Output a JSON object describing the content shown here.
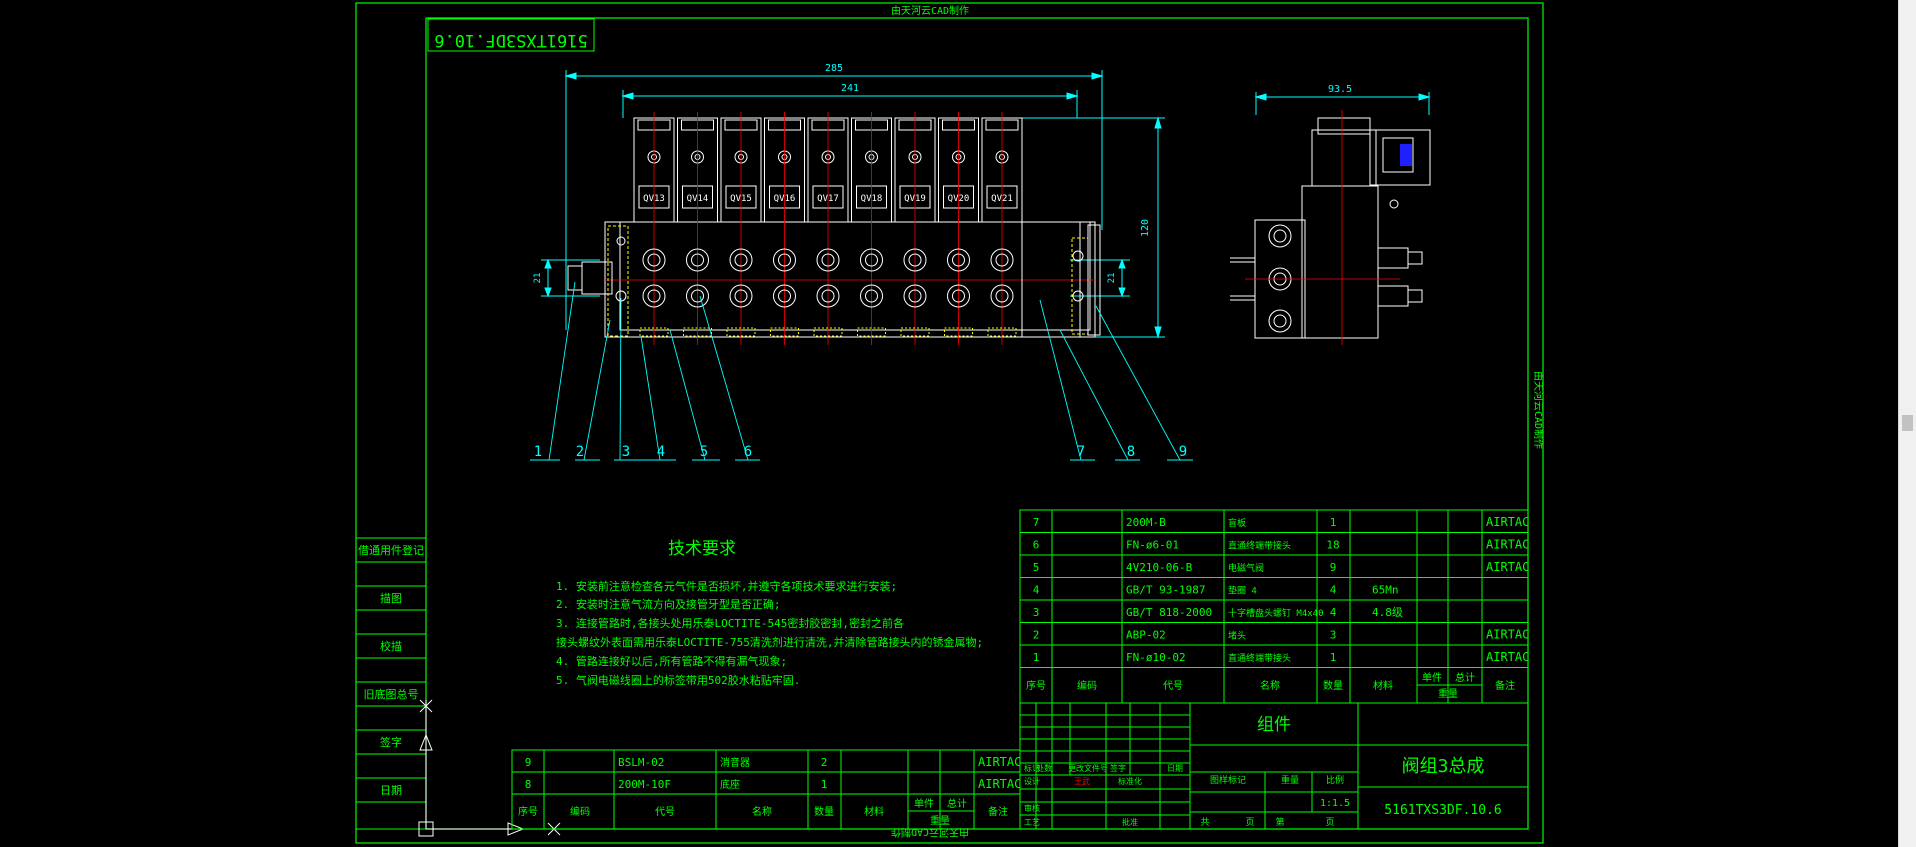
{
  "watermark": "由天河云CAD制作",
  "drawing_code_box": "5161TXS3DF.10.6",
  "dimensions": {
    "total_length": "285",
    "inner_length": "241",
    "height": "120",
    "left_small": "21",
    "right_small": "21",
    "side_width": "93.5"
  },
  "valves": [
    "QV13",
    "QV14",
    "QV15",
    "QV16",
    "QV17",
    "QV18",
    "QV19",
    "QV20",
    "QV21"
  ],
  "balloons": [
    "1",
    "2",
    "3",
    "4",
    "5",
    "6",
    "7",
    "8",
    "9"
  ],
  "tech": {
    "title": "技术要求",
    "items": [
      "1. 安装前注意检查各元气件是否损坏,并遵守各项技术要求进行安装;",
      "2. 安装时注意气流方向及接管牙型是否正确;",
      "3. 连接管路时,各接头处用乐泰LOCTITE-545密封胶密封,密封之前各",
      "   接头螺纹外表面需用乐泰LOCTITE-755清洗剂进行清洗,并清除管路接头内的锈金属物;",
      "4. 管路连接好以后,所有管路不得有漏气现象;",
      "5. 气阀电磁线圈上的标签带用502胶水粘贴牢固."
    ]
  },
  "bom_upper": {
    "rows": [
      {
        "no": "7",
        "code": "200M-B",
        "name": "盲板",
        "qty": "1",
        "mat": "",
        "remark": "AIRTAC"
      },
      {
        "no": "6",
        "code": "FN-ø6-01",
        "name": "直通终端带接头",
        "qty": "18",
        "mat": "",
        "remark": "AIRTAC"
      },
      {
        "no": "5",
        "code": "4V210-06-B",
        "name": "电磁气阀",
        "qty": "9",
        "mat": "",
        "remark": "AIRTAC"
      },
      {
        "no": "4",
        "code": "GB/T 93-1987",
        "name": "垫圈 4",
        "qty": "4",
        "mat": "65Mn",
        "remark": ""
      },
      {
        "no": "3",
        "code": "GB/T 818-2000",
        "name": "十字槽盘头螺钉 M4x40",
        "qty": "4",
        "mat": "4.8级",
        "remark": ""
      },
      {
        "no": "2",
        "code": "ABP-02",
        "name": "堵头",
        "qty": "3",
        "mat": "",
        "remark": "AIRTAC"
      },
      {
        "no": "1",
        "code": "FN-ø10-02",
        "name": "直通终端带接头",
        "qty": "1",
        "mat": "",
        "remark": "AIRTAC"
      }
    ],
    "header": [
      "序号",
      "编码",
      "代号",
      "名称",
      "数量",
      "材料",
      "单件",
      "总计",
      "备注"
    ],
    "header_sub": "重量"
  },
  "bom_lower": {
    "rows": [
      {
        "no": "9",
        "code": "BSLM-02",
        "name": "消音器",
        "qty": "2",
        "remark": "AIRTAC"
      },
      {
        "no": "8",
        "code": "200M-10F",
        "name": "底座",
        "qty": "1",
        "remark": "AIRTAC"
      }
    ],
    "header": [
      "序号",
      "编码",
      "代号",
      "名称",
      "数量",
      "材料",
      "单件",
      "总计",
      "备注"
    ],
    "header_sub": "重量"
  },
  "title_block": {
    "group": "组件",
    "assembly_name": "阀组3总成",
    "drawing_no": "5161TXS3DF.10.6",
    "scale": "1:1.5",
    "labels": [
      "标记",
      "处数",
      "更改文件号",
      "签字",
      "日期",
      "设计",
      "标准化",
      "审核",
      "工艺",
      "批准"
    ],
    "stage_labels": [
      "图样标记",
      "重量",
      "比例"
    ],
    "sheet_labels": [
      "共",
      "页",
      "第",
      "页"
    ],
    "red_note": "王武"
  },
  "side_stamps": [
    "借通用件登记",
    "描图",
    "校描",
    "旧底图总号",
    "签字",
    "日期"
  ],
  "colors": {
    "background": "#000000",
    "frame": "#00ff00",
    "line": "#ffffff",
    "dimension": "#00ffff",
    "text": "#00ff00",
    "yellow": "#ffff00",
    "red": "#ff0000",
    "blue": "#2020ff"
  }
}
